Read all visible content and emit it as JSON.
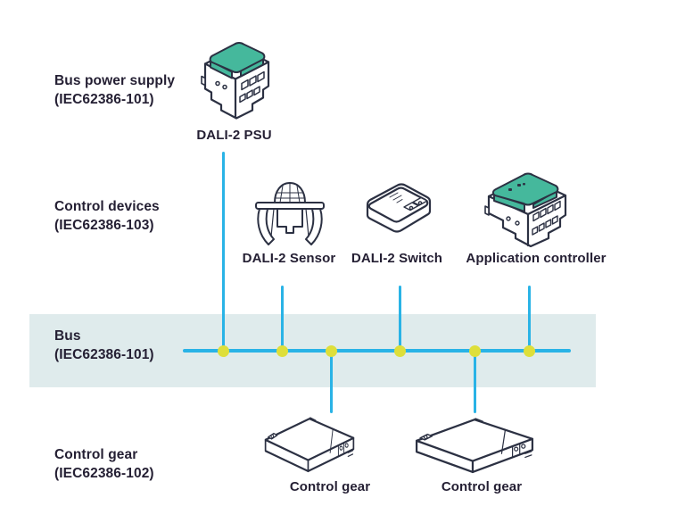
{
  "colors": {
    "bus_band": "#dfebec",
    "bus_line": "#29b3e6",
    "node_dot": "#dedf3a",
    "device_accent": "#45b89c",
    "outline": "#2c3143",
    "text": "#241f33",
    "background": "#ffffff"
  },
  "row_labels": [
    {
      "id": "bus-power-supply",
      "line1": "Bus power supply",
      "line2": "(IEC62386-101)"
    },
    {
      "id": "control-devices",
      "line1": "Control devices",
      "line2": "(IEC62386-103)"
    },
    {
      "id": "bus",
      "line1": "Bus",
      "line2": "(IEC62386-101)"
    },
    {
      "id": "control-gear",
      "line1": "Control gear",
      "line2": "(IEC62386-102)"
    }
  ],
  "devices": [
    {
      "id": "dali2-psu",
      "label": "DALI-2 PSU"
    },
    {
      "id": "dali2-sensor",
      "label": "DALI-2 Sensor"
    },
    {
      "id": "dali2-switch",
      "label": "DALI-2 Switch"
    },
    {
      "id": "application-controller",
      "label": "Application controller"
    },
    {
      "id": "control-gear-1",
      "label": "Control gear"
    },
    {
      "id": "control-gear-2",
      "label": "Control gear"
    }
  ]
}
